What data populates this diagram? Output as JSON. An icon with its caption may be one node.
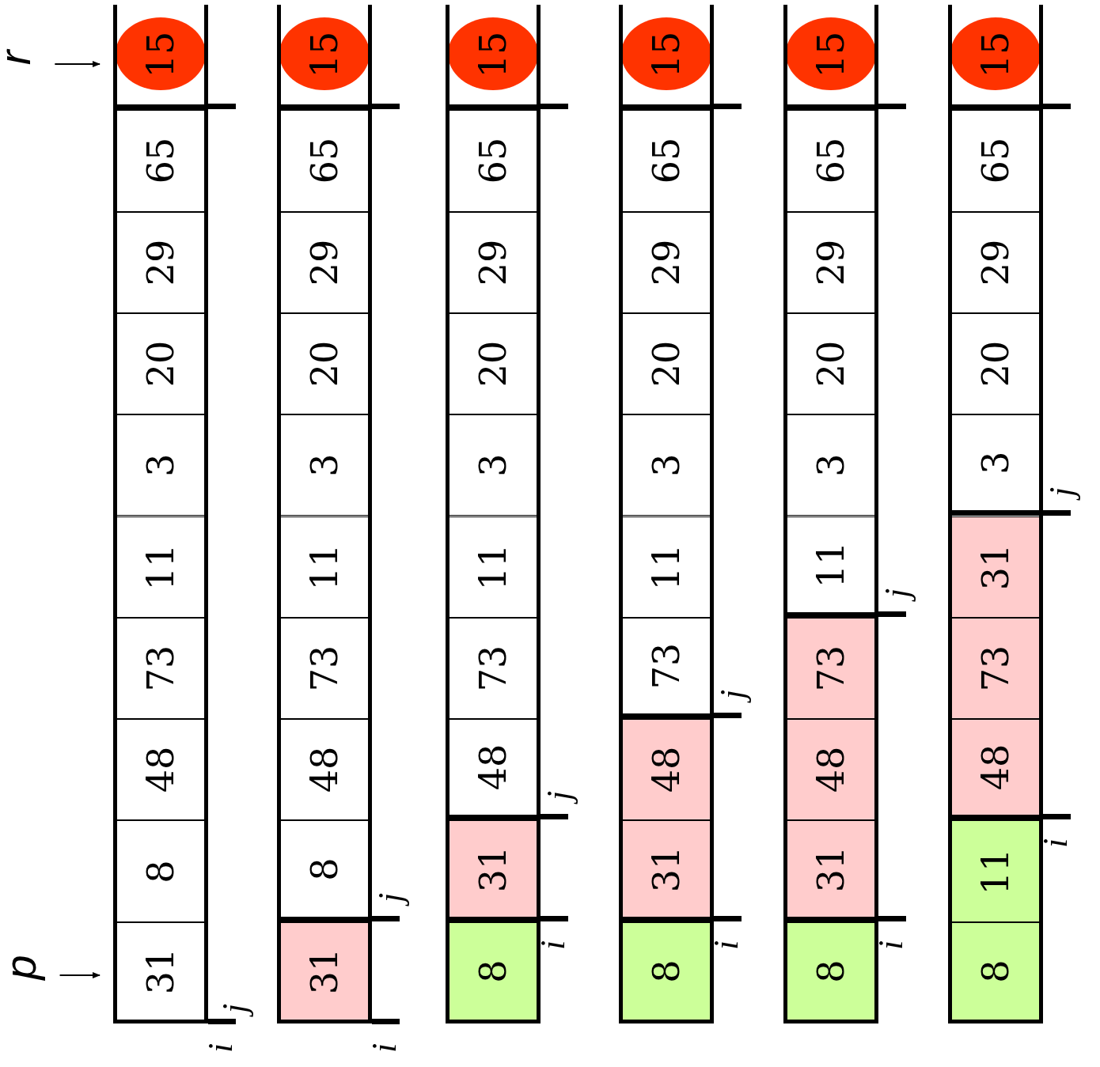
{
  "diagram": {
    "nodes": [
      {
        "text": [],
        "shape": "box"
      },
      {
        "text": [
          "15"
        ],
        "in": 0
      },
      {
        "text": [
          "65"
        ],
        "in": 0
      },
      {
        "text": [
          "29"
        ],
        "in": 0
      },
      {
        "text": [
          "20"
        ],
        "in": 0
      },
      {
        "text": [
          "3"
        ],
        "in": 0
      },
      {
        "text": [
          "11"
        ],
        "in": 0
      },
      {
        "text": [
          "73"
        ],
        "in": 0
      },
      {
        "text": [
          "48"
        ],
        "in": 0
      },
      {
        "text": [
          "8"
        ],
        "in": 0
      },
      {
        "text": [
          "31"
        ],
        "in": 0
      },
      {
        "text": [],
        "shape": "box"
      },
      {
        "text": [
          "15"
        ],
        "in": 11
      },
      {
        "text": [
          "65"
        ],
        "in": 11
      },
      {
        "text": [
          "29"
        ],
        "in": 11
      },
      {
        "text": [
          "20"
        ],
        "in": 11
      },
      {
        "text": [
          "3"
        ],
        "in": 11
      },
      {
        "text": [
          "11"
        ],
        "in": 11
      },
      {
        "text": [
          "73"
        ],
        "in": 11
      },
      {
        "text": [
          "48"
        ],
        "in": 11
      },
      {
        "text": [
          "8"
        ],
        "in": 11
      },
      {
        "text": [
          "31"
        ],
        "in": 11
      },
      {
        "text": [],
        "shape": "box"
      },
      {
        "text": [
          "15"
        ],
        "in": 22
      },
      {
        "text": [
          "65"
        ],
        "in": 22
      },
      {
        "text": [
          "29"
        ],
        "in": 22
      },
      {
        "text": [
          "20"
        ],
        "in": 22
      },
      {
        "text": [
          "3"
        ],
        "in": 22
      },
      {
        "text": [
          "11"
        ],
        "in": 22
      },
      {
        "text": [
          "73"
        ],
        "in": 22
      },
      {
        "text": [
          "48"
        ],
        "in": 22
      },
      {
        "text": [
          "31"
        ],
        "in": 22
      },
      {
        "text": [
          "8"
        ],
        "in": 22
      },
      {
        "text": [],
        "shape": "box"
      },
      {
        "text": [
          "15"
        ],
        "in": 33
      },
      {
        "text": [
          "65"
        ],
        "in": 33
      },
      {
        "text": [
          "29"
        ],
        "in": 33
      },
      {
        "text": [
          "20"
        ],
        "in": 33
      },
      {
        "text": [
          "3"
        ],
        "in": 33
      },
      {
        "text": [
          "11"
        ],
        "in": 33
      },
      {
        "text": [
          "73"
        ],
        "in": 33
      },
      {
        "text": [
          "48"
        ],
        "in": 33
      },
      {
        "text": [
          "31"
        ],
        "in": 33
      },
      {
        "text": [
          "8"
        ],
        "in": 33
      },
      {
        "text": [],
        "shape": "box"
      },
      {
        "text": [
          "15"
        ],
        "in": 44
      },
      {
        "text": [
          "65"
        ],
        "in": 44
      },
      {
        "text": [
          "29"
        ],
        "in": 44
      },
      {
        "text": [
          "20"
        ],
        "in": 44
      },
      {
        "text": [
          "3"
        ],
        "in": 44
      },
      {
        "text": [
          "11"
        ],
        "in": 44
      },
      {
        "text": [
          "73"
        ],
        "in": 44
      },
      {
        "text": [
          "48"
        ],
        "in": 44
      },
      {
        "text": [
          "31"
        ],
        "in": 44
      },
      {
        "text": [
          "8"
        ],
        "in": 44
      },
      {
        "text": [],
        "shape": "box"
      },
      {
        "text": [
          "15"
        ],
        "in": 55
      },
      {
        "text": [
          "65"
        ],
        "in": 55
      },
      {
        "text": [
          "29"
        ],
        "in": 55
      },
      {
        "text": [
          "20"
        ],
        "in": 55
      },
      {
        "text": [
          "3"
        ],
        "in": 55
      },
      {
        "text": [
          "31"
        ],
        "in": 55
      },
      {
        "text": [
          "73"
        ],
        "in": 55
      },
      {
        "text": [
          "48"
        ],
        "in": 55
      },
      {
        "text": [
          "11"
        ],
        "in": 55
      },
      {
        "text": [
          "8"
        ],
        "in": 55
      },
      {
        "text": [
          "r"
        ]
      },
      {
        "text": [
          "p"
        ]
      }
    ],
    "edges": [
      {
        "from": 66,
        "to": 1,
        "arrow": "to"
      },
      {
        "from": 67,
        "to": 10,
        "arrow": "to"
      }
    ],
    "labels": [
      "j",
      "i",
      "j",
      "i",
      "j",
      "i",
      "j",
      "i",
      "j",
      "i",
      "j",
      "i"
    ]
  }
}
